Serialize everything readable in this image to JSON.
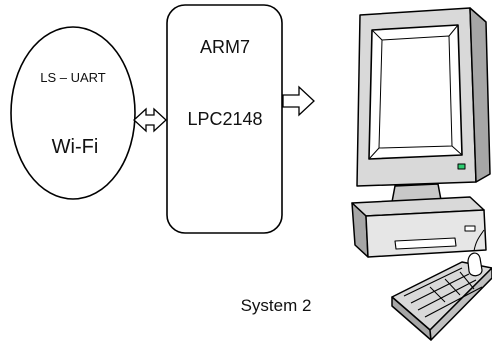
{
  "wifi_module": {
    "line1": "LS – UART",
    "line2": "Wi-Fi"
  },
  "controller": {
    "line1": "ARM7",
    "line2": "LPC2148"
  },
  "computer": {
    "caption": "System 2",
    "icon": "desktop-computer-icon"
  },
  "colors": {
    "stroke": "#000000",
    "monitor_body": "#d9d9d9",
    "monitor_shade": "#a6a6a6",
    "screen": "#ffffff",
    "power_led": "#2ecc71"
  }
}
